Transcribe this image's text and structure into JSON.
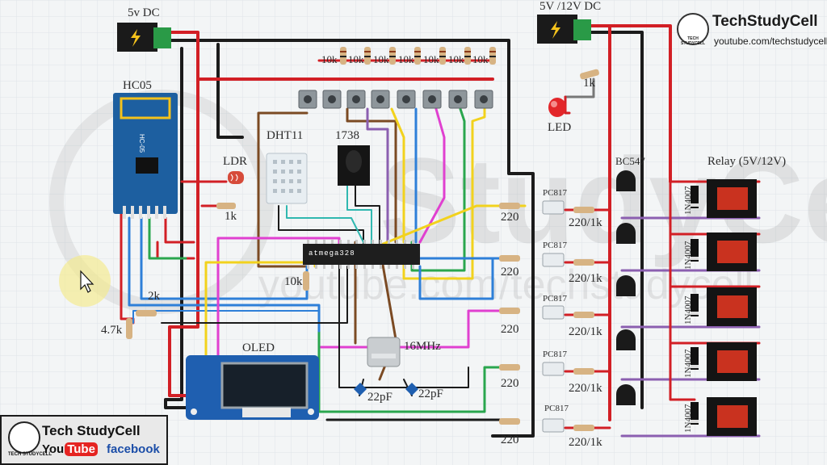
{
  "labels": {
    "dc5v": "5v DC",
    "dc12v": "5V /12V DC",
    "hc05": "HC05",
    "hc05_module": "HC-05",
    "ldr": "LDR",
    "dht11": "DHT11",
    "ir": "1738",
    "led": "LED",
    "bc547": "BC547",
    "relay": "Relay (5V/12V)",
    "oled": "OLED",
    "crystal": "16MHz",
    "cap1": "22pF",
    "cap2": "22pF",
    "mcu": "atmega328",
    "r_1k_led": "1k",
    "r_1k_ldr": "1k",
    "r_10k": "10k",
    "r_2k": "2k",
    "r_4k7": "4.7k",
    "r_10k_row": [
      "10k",
      "10k",
      "10k",
      "10k",
      "10k",
      "10k",
      "10k"
    ],
    "pc817": [
      "PC817",
      "PC817",
      "PC817",
      "PC817",
      "PC817"
    ],
    "r_220": [
      "220",
      "220",
      "220",
      "220",
      "220"
    ],
    "r_220_1k": [
      "220/1k",
      "220/1k",
      "220/1k",
      "220/1k",
      "220/1k"
    ],
    "diode": [
      "1N4007",
      "1N4007",
      "1N4007",
      "1N4007",
      "1N4007"
    ]
  },
  "brand": {
    "name": "TechStudyCell",
    "url": "youtube.com/techstudycell",
    "logo_text": "TECH STUDYCELL"
  },
  "banner": {
    "title": "Tech StudyCell",
    "you": "You",
    "tube": "Tube",
    "facebook": "facebook"
  }
}
